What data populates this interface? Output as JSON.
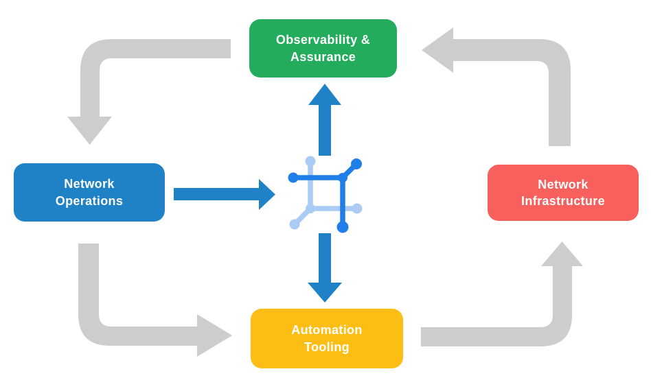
{
  "colors": {
    "background": "#ffffff",
    "arrow_gray": "#cdcdcd",
    "arrow_blue": "#1f82c6",
    "node_green": "#23ac5b",
    "node_blue": "#1f82c6",
    "node_red": "#f7605c",
    "node_yellow": "#fcbd15",
    "icon_dark_blue": "#1f7ee8",
    "icon_light_blue": "#a9cbf4",
    "label_text": "#ffffff"
  },
  "nodes": [
    {
      "id": "observability-assurance",
      "label": "Observability &\nAssurance",
      "color": "#23ac5b"
    },
    {
      "id": "network-operations",
      "label": "Network\nOperations",
      "color": "#1f82c6"
    },
    {
      "id": "network-infrastructure",
      "label": "Network\nInfrastructure",
      "color": "#f7605c"
    },
    {
      "id": "automation-tooling",
      "label": "Automation\nTooling",
      "color": "#fcbd15"
    }
  ],
  "center_icon": {
    "name": "network-fabric-icon"
  },
  "arrows": [
    {
      "from": "observability-assurance",
      "to": "network-operations",
      "style": "gray-elbow",
      "direction": "left-then-down"
    },
    {
      "from": "network-operations",
      "to": "automation-tooling",
      "style": "gray-elbow",
      "direction": "down-then-right"
    },
    {
      "from": "automation-tooling",
      "to": "network-infrastructure",
      "style": "gray-elbow",
      "direction": "right-then-up"
    },
    {
      "from": "network-infrastructure",
      "to": "observability-assurance",
      "style": "gray-elbow",
      "direction": "up-then-left"
    },
    {
      "from": "network-operations",
      "to": "center-icon",
      "style": "blue-straight",
      "direction": "right"
    },
    {
      "from": "center-icon",
      "to": "observability-assurance",
      "style": "blue-straight",
      "direction": "up"
    },
    {
      "from": "center-icon",
      "to": "automation-tooling",
      "style": "blue-straight",
      "direction": "down"
    }
  ]
}
